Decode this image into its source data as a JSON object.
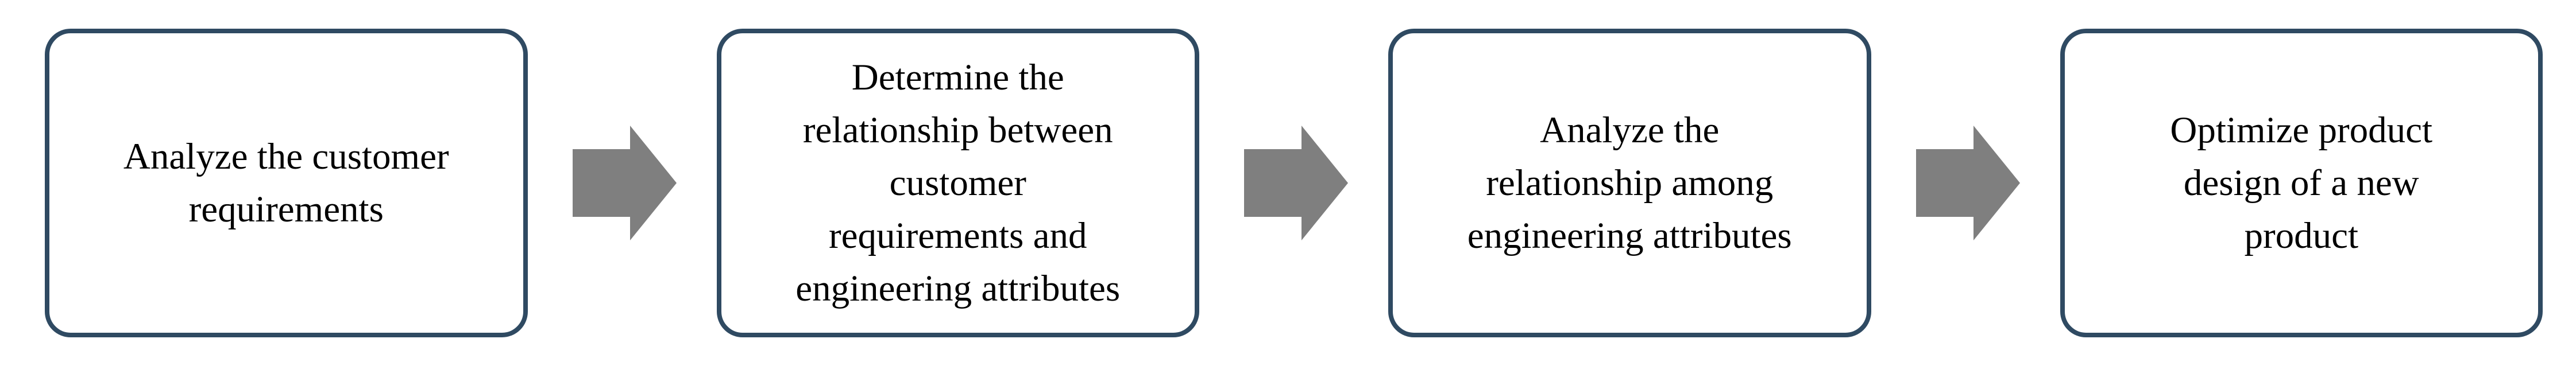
{
  "theme": {
    "background": "#FFFFFF",
    "box_border_color": "#2F4A62",
    "box_fill": "#FFFFFF",
    "arrow_color": "#7F7F7F",
    "text_color": "#000000"
  },
  "flow": {
    "type": "process-flowchart",
    "direction": "left-to-right",
    "connector": "right-block-arrow",
    "steps": [
      {
        "label": "Analyze the customer\nrequirements"
      },
      {
        "label": "Determine the\nrelationship between\ncustomer\nrequirements and\nengineering attributes"
      },
      {
        "label": "Analyze the\nrelationship among\nengineering attributes"
      },
      {
        "label": "Optimize product\ndesign of a new\nproduct"
      }
    ]
  }
}
